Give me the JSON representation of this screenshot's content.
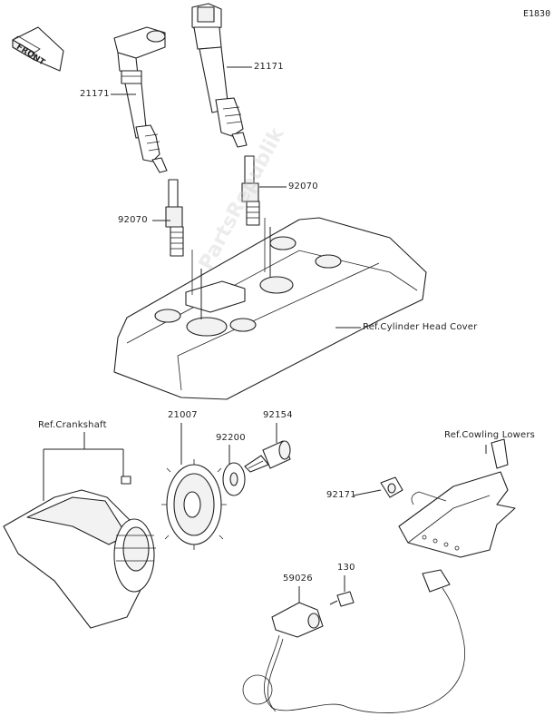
{
  "diagram_code": "E1830",
  "front_badge": "FRONT",
  "labels": {
    "coil_left": "21171",
    "coil_right": "21171",
    "plug_left": "92070",
    "plug_right": "92070",
    "head_cover": "Ref.Cylinder Head Cover",
    "crankshaft": "Ref.Crankshaft",
    "rotor": "21007",
    "washer": "92200",
    "bolt_rotor": "92154",
    "cowling": "Ref.Cowling Lowers",
    "nut": "92171",
    "sensor": "59026",
    "bolt_sensor": "130"
  },
  "watermark": "PartsRepublik"
}
